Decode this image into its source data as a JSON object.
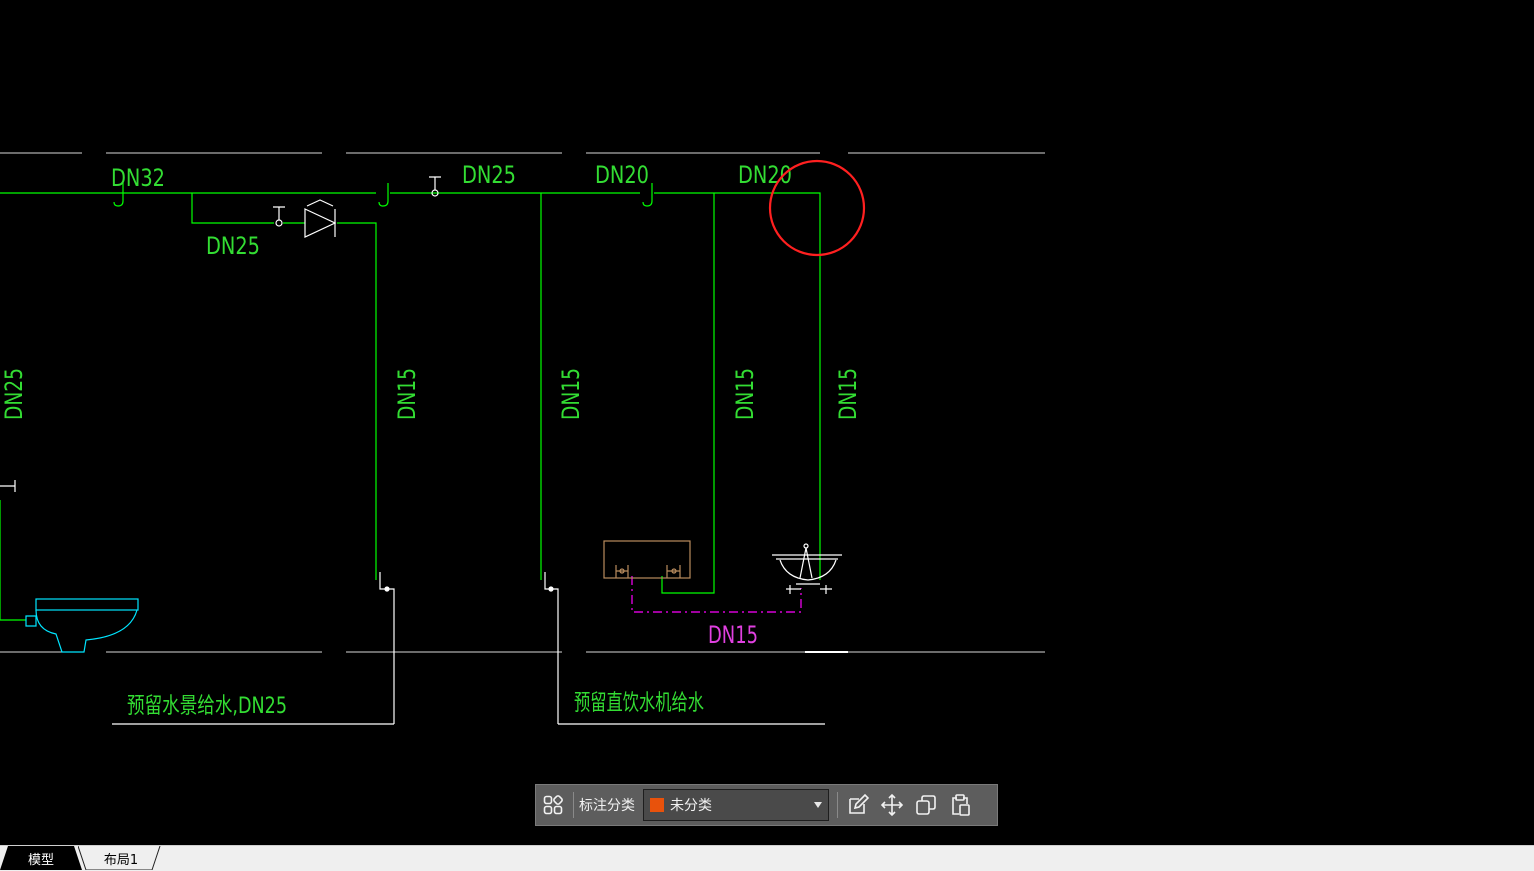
{
  "drawing": {
    "pipe_labels": [
      "DN32",
      "DN25",
      "DN20",
      "DN20",
      "DN25"
    ],
    "riser_labels": [
      "DN25",
      "DN15",
      "DN15",
      "DN15",
      "DN15"
    ],
    "branch_label": "DN15",
    "notes": [
      "预留水景给水,DN25",
      "预留直饮水机给水"
    ],
    "colors": {
      "pipe": "#00ff00",
      "label": "#33dd33",
      "magenta": "#ff00ff",
      "fixture": "#00e5ff",
      "marker": "#ff2020"
    }
  },
  "toolbar": {
    "category_label": "标注分类",
    "selected_category": "未分类",
    "swatch_color": "#e8520c",
    "icons": [
      "grid-icon",
      "edit-icon",
      "move-icon",
      "copy-icon",
      "paste-icon"
    ]
  },
  "tabs": [
    "模型",
    "布局1"
  ]
}
